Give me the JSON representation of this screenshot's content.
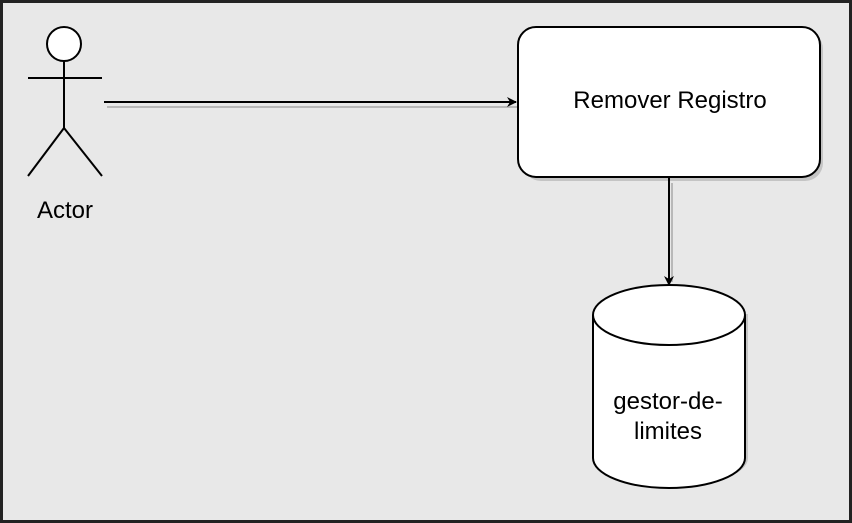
{
  "diagram": {
    "actor": {
      "label": "Actor"
    },
    "process": {
      "label": "Remover Registro"
    },
    "datastore": {
      "label_line1": "gestor-de-",
      "label_line2": "limites"
    }
  },
  "colors": {
    "background": "#e8e8e8",
    "frame": "#222222",
    "node_fill": "#ffffff",
    "stroke": "#000000",
    "shadow": "#b8b8b8"
  }
}
